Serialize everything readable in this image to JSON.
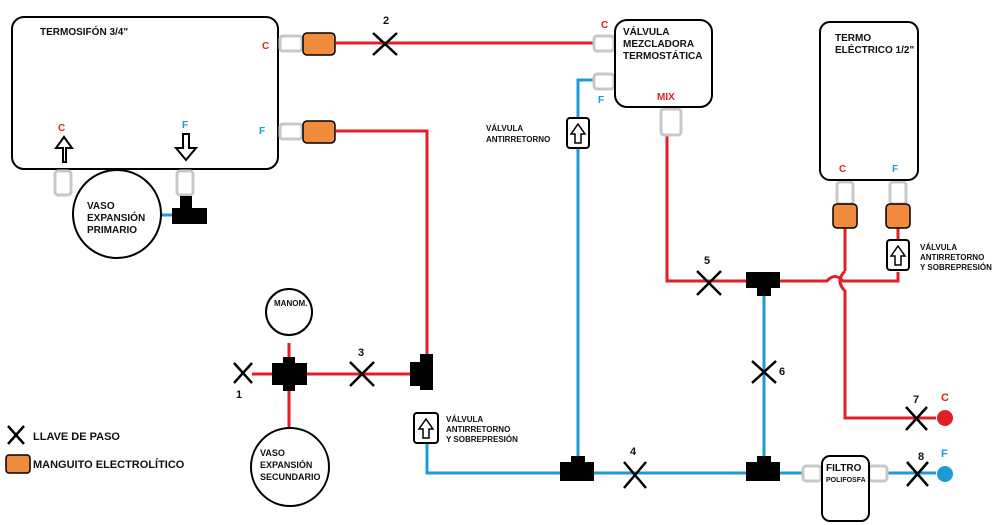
{
  "colors": {
    "hot": "#e21f26",
    "cold": "#1e9bd7",
    "sleeve": "#f08a3c",
    "fitting": "#000000",
    "connector": "#c8c8c8"
  },
  "tanks": {
    "solar": "TERMOSIFÓN 3/4\"",
    "electric_line1": "TERMO",
    "electric_line2": "ELÉCTRICO 1/2\""
  },
  "mixer": {
    "line1": "VÁLVULA",
    "line2": "MEZCLADORA",
    "line3": "TERMOSTÁTICA",
    "mix": "MIX"
  },
  "port_labels": {
    "hot": "C",
    "cold": "F"
  },
  "vessels": {
    "primary": [
      "VASO",
      "EXPANSIÓN",
      "PRIMARIO"
    ],
    "secondary": [
      "VASO",
      "EXPANSIÓN",
      "SECUNDARIO"
    ]
  },
  "manometer": "MANOM.",
  "valves": {
    "check1": [
      "VÁLVULA",
      "ANTIRRETORNO"
    ],
    "check2": [
      "VÁLVULA",
      "ANTIRRETORNO",
      "Y SOBREPRESIÓN"
    ],
    "check3": [
      "VÁLVULA",
      "ANTIRRETORNO",
      "Y SOBREPRESIÓN"
    ]
  },
  "shutoff_numbers": [
    "1",
    "2",
    "3",
    "4",
    "5",
    "6",
    "7",
    "8"
  ],
  "filter": {
    "line1": "FILTRO",
    "line2": "POLIFOSFA"
  },
  "legend": {
    "shutoff": "LLAVE DE PASO",
    "sleeve": "MANGUITO ELECTROLÍTICO"
  }
}
